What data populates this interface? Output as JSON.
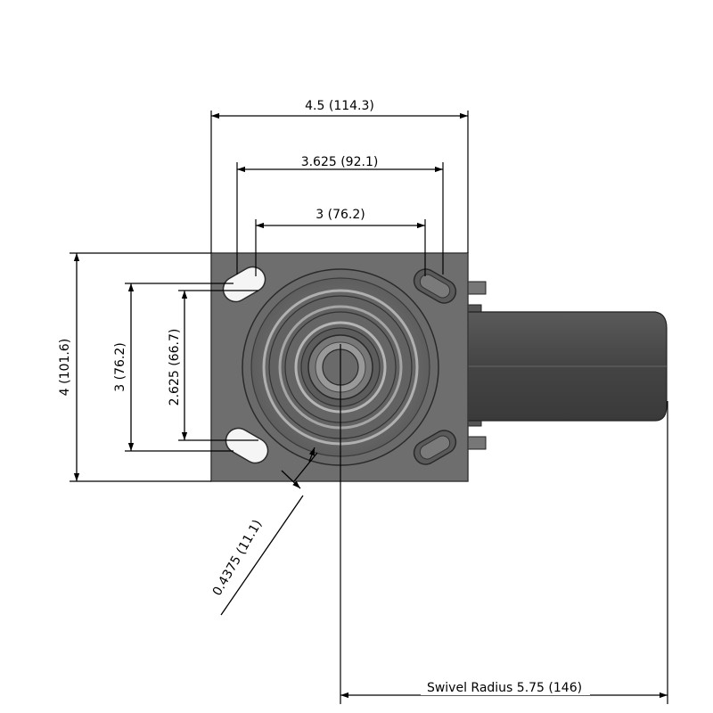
{
  "dimensions": {
    "overall_width": "4.5 (114.3)",
    "bolt_span_outer": "3.625 (92.1)",
    "bolt_span_inner": "3 (76.2)",
    "overall_height": "4 (101.6)",
    "bolt_height_outer": "3 (76.2)",
    "bolt_height_inner": "2.625 (66.7)",
    "bolt_hole": "0.4375 (11.1)",
    "swivel_radius": "Swivel Radius 5.75 (146)"
  },
  "colors": {
    "plate": "#6e6e6e",
    "plate_edge": "#3a3a3a",
    "wheel": "#4a4a4a",
    "ring_light": "#9a9a9a",
    "hole": "#f5f5f5",
    "line": "#000000"
  }
}
